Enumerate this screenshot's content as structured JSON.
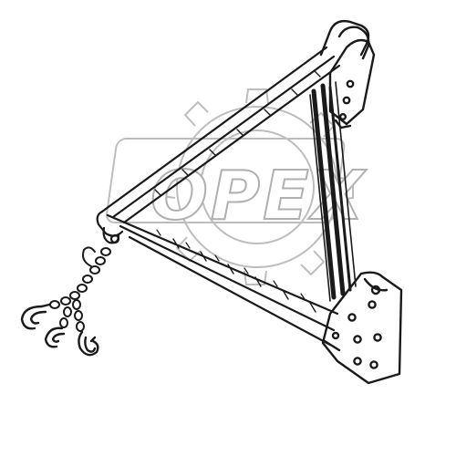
{
  "watermark": {
    "text": "OPEX",
    "color": "#b0b0b0"
  },
  "drawing": {
    "ink_color": "#1a1a1a",
    "parts": [
      "upper-arm",
      "lower-arm",
      "tension-rods",
      "top-mount-bracket",
      "base-mount-plate",
      "apex-hook",
      "chain-assembly",
      "tow-hooks"
    ]
  }
}
